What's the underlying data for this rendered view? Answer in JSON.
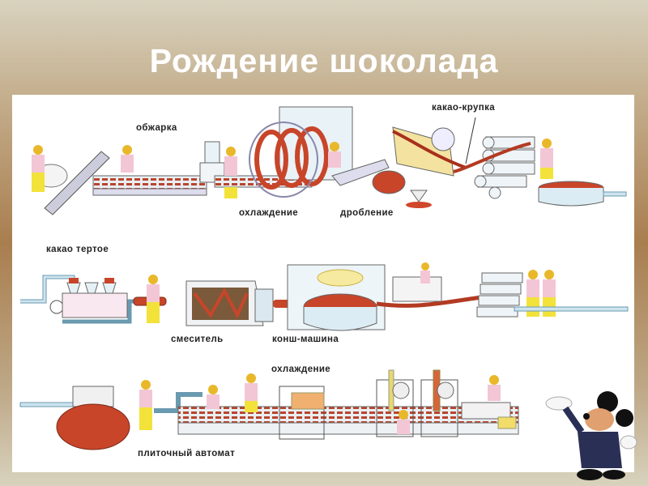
{
  "slide": {
    "title": "Рождение шоколада"
  },
  "diagram": {
    "row1": {
      "labels": {
        "roasting": "обжарка",
        "cooling": "охлаждение",
        "crushing": "дробление",
        "cocoa_nibs": "какао-крупка"
      }
    },
    "row2": {
      "labels": {
        "cocoa_liquor": "какао тертое",
        "mixer": "смеситель",
        "conche": "конш-машина"
      }
    },
    "row3": {
      "labels": {
        "cooling": "охлаждение",
        "tablet_machine": "плиточный автомат"
      }
    }
  },
  "colors": {
    "chocolate": "#c8452a",
    "pipe": "#cde4ee",
    "pipe_stroke": "#6a9ab0",
    "worker_shirt": "#f3c6d6",
    "worker_pants": "#f2e23a",
    "helmet": "#e9b82a"
  },
  "decoration": {
    "mascot": "cartoon-mouse"
  }
}
